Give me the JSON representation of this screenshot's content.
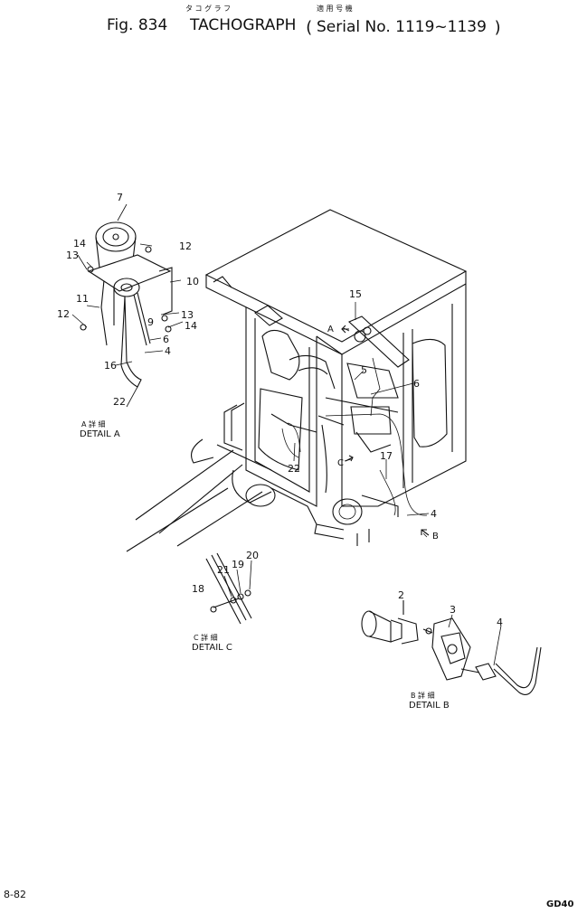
{
  "title": {
    "japanese": "タ コ グ ラ フ",
    "japanese_bracket": "適 用 号 機",
    "fig": "Fig. 834",
    "name": "TACHOGRAPH",
    "serial": "Serial No. 1119~1139"
  },
  "details": {
    "a": {
      "jp": "A 詳 細",
      "en": "DETAIL A"
    },
    "b": {
      "jp": "B 詳 細",
      "en": "DETAIL B"
    },
    "c": {
      "jp": "C 詳 細",
      "en": "DETAIL C"
    }
  },
  "callouts": {
    "a_marker": "A",
    "b_marker": "B",
    "c_marker": "C"
  },
  "labels": {
    "a7": "7",
    "a14": "14",
    "a13": "13",
    "a12": "12",
    "a10": "10",
    "a11": "11",
    "a12b": "12",
    "a9": "9",
    "a13b": "13",
    "a14b": "14",
    "a6": "6",
    "a4": "4",
    "a16": "16",
    "a22": "22",
    "m15": "15",
    "m5": "5",
    "m6": "6",
    "m22": "22",
    "m17": "17",
    "m4": "4",
    "b2": "2",
    "b3": "3",
    "b4": "4",
    "c18": "18",
    "c21": "21",
    "c19": "19",
    "c20": "20"
  },
  "footer": {
    "page": "8-82",
    "model": "GD40"
  }
}
